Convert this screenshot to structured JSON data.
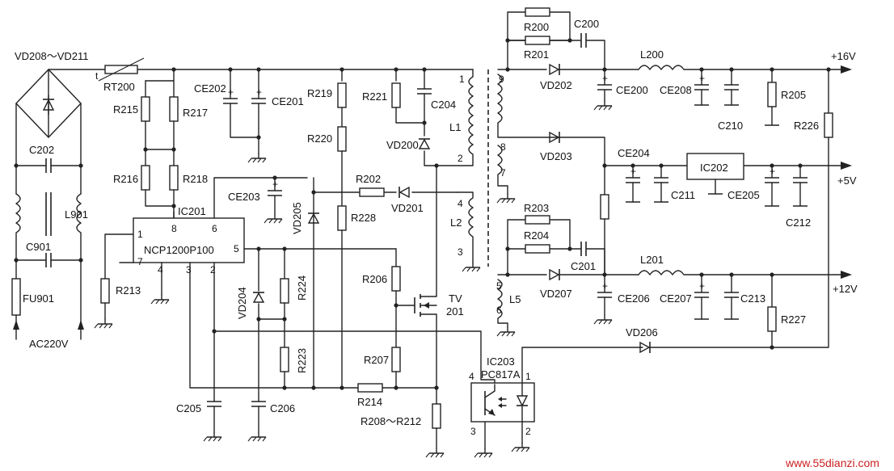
{
  "labels": {
    "vd208_211": "VD208～VD211",
    "rt200": "RT200",
    "t": "t",
    "r215": "R215",
    "r217": "R217",
    "ce202": "CE202",
    "ce201": "CE201",
    "c202": "C202",
    "r216": "R216",
    "r218": "R218",
    "ic201": "IC201",
    "l901": "L901",
    "c901": "C901",
    "fu901": "FU901",
    "ac220v": "AC220V",
    "ncp": "NCP1200P100",
    "p1": "1",
    "p7": "7",
    "p4": "4",
    "p3": "3",
    "p2": "2",
    "p5": "5",
    "p8": "8",
    "p6": "6",
    "r213": "R213",
    "ce203": "CE203",
    "vd205": "VD205",
    "r219": "R219",
    "r220": "R220",
    "r221": "R221",
    "c204": "C204",
    "l1": "L1",
    "vd200": "VD200",
    "r202": "R202",
    "vd201": "VD201",
    "r228": "R228",
    "l2": "L2",
    "vd204": "VD204",
    "r224": "R224",
    "r223": "R223",
    "r206": "R206",
    "tv201_a": "TV",
    "tv201_b": "201",
    "r207": "R207",
    "r214": "R214",
    "r208_212": "R208～R212",
    "c205": "C205",
    "c206": "C206",
    "ic203": "IC203",
    "pc817a": "PC817A",
    "oc4": "4",
    "oc1": "1",
    "oc3": "3",
    "oc2": "2",
    "w1": "1",
    "w2": "2",
    "w3": "3",
    "w4": "4",
    "w9": "9",
    "w8": "8",
    "w7": "7",
    "w5": "5",
    "w6": "6",
    "l5": "L5",
    "r200": "R200",
    "c200": "C200",
    "r201": "R201",
    "l200": "L200",
    "vd202": "VD202",
    "ce200": "CE200",
    "ce208": "CE208",
    "c210": "C210",
    "r205": "R205",
    "r226": "R226",
    "v16": "+16V",
    "vd203": "VD203",
    "ce204": "CE204",
    "ic202": "IC202",
    "c211": "C211",
    "ce205": "CE205",
    "c212": "C212",
    "v5": "+5V",
    "r203": "R203",
    "r204": "R204",
    "c201": "C201",
    "l201": "L201",
    "vd207": "VD207",
    "ce206": "CE206",
    "ce207": "CE207",
    "c213": "C213",
    "v12": "+12V",
    "r227": "R227",
    "vd206": "VD206",
    "watermark": "www.55dianzi.com"
  }
}
